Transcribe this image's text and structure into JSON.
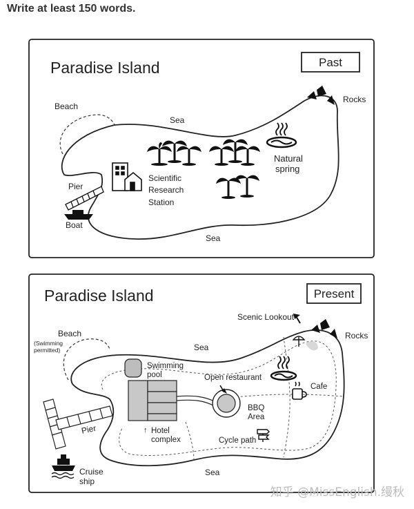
{
  "prompt": "Write at least 150 words.",
  "past": {
    "title": "Paradise Island",
    "badge": "Past",
    "labels": {
      "beach": "Beach",
      "sea_top": "Sea",
      "sea_bottom": "Sea",
      "rocks": "Rocks",
      "natural_spring_1": "Natural",
      "natural_spring_2": "spring",
      "pier": "Pier",
      "boat": "Boat",
      "station_1": "Scientific",
      "station_2": "Research",
      "station_3": "Station"
    }
  },
  "present": {
    "title": "Paradise Island",
    "badge": "Present",
    "labels": {
      "beach": "Beach",
      "beach_note_1": "(Swimming",
      "beach_note_2": "permitted)",
      "sea_top": "Sea",
      "sea_bottom": "Sea",
      "rocks": "Rocks",
      "scenic_lookout": "Scenic Lookout",
      "swimming_pool_1": "Swimming",
      "swimming_pool_2": "pool",
      "open_restaurant": "Open restaurant",
      "cafe": "Cafe",
      "bbq_1": "BBQ",
      "bbq_2": "Area",
      "pier": "Pier",
      "hotel_1": "Hotel",
      "hotel_2": "complex",
      "cycle_path": "Cycle path",
      "cruise_1": "Cruise",
      "cruise_2": "ship"
    }
  },
  "watermark": "知乎 @MissEnglish.缦秋"
}
